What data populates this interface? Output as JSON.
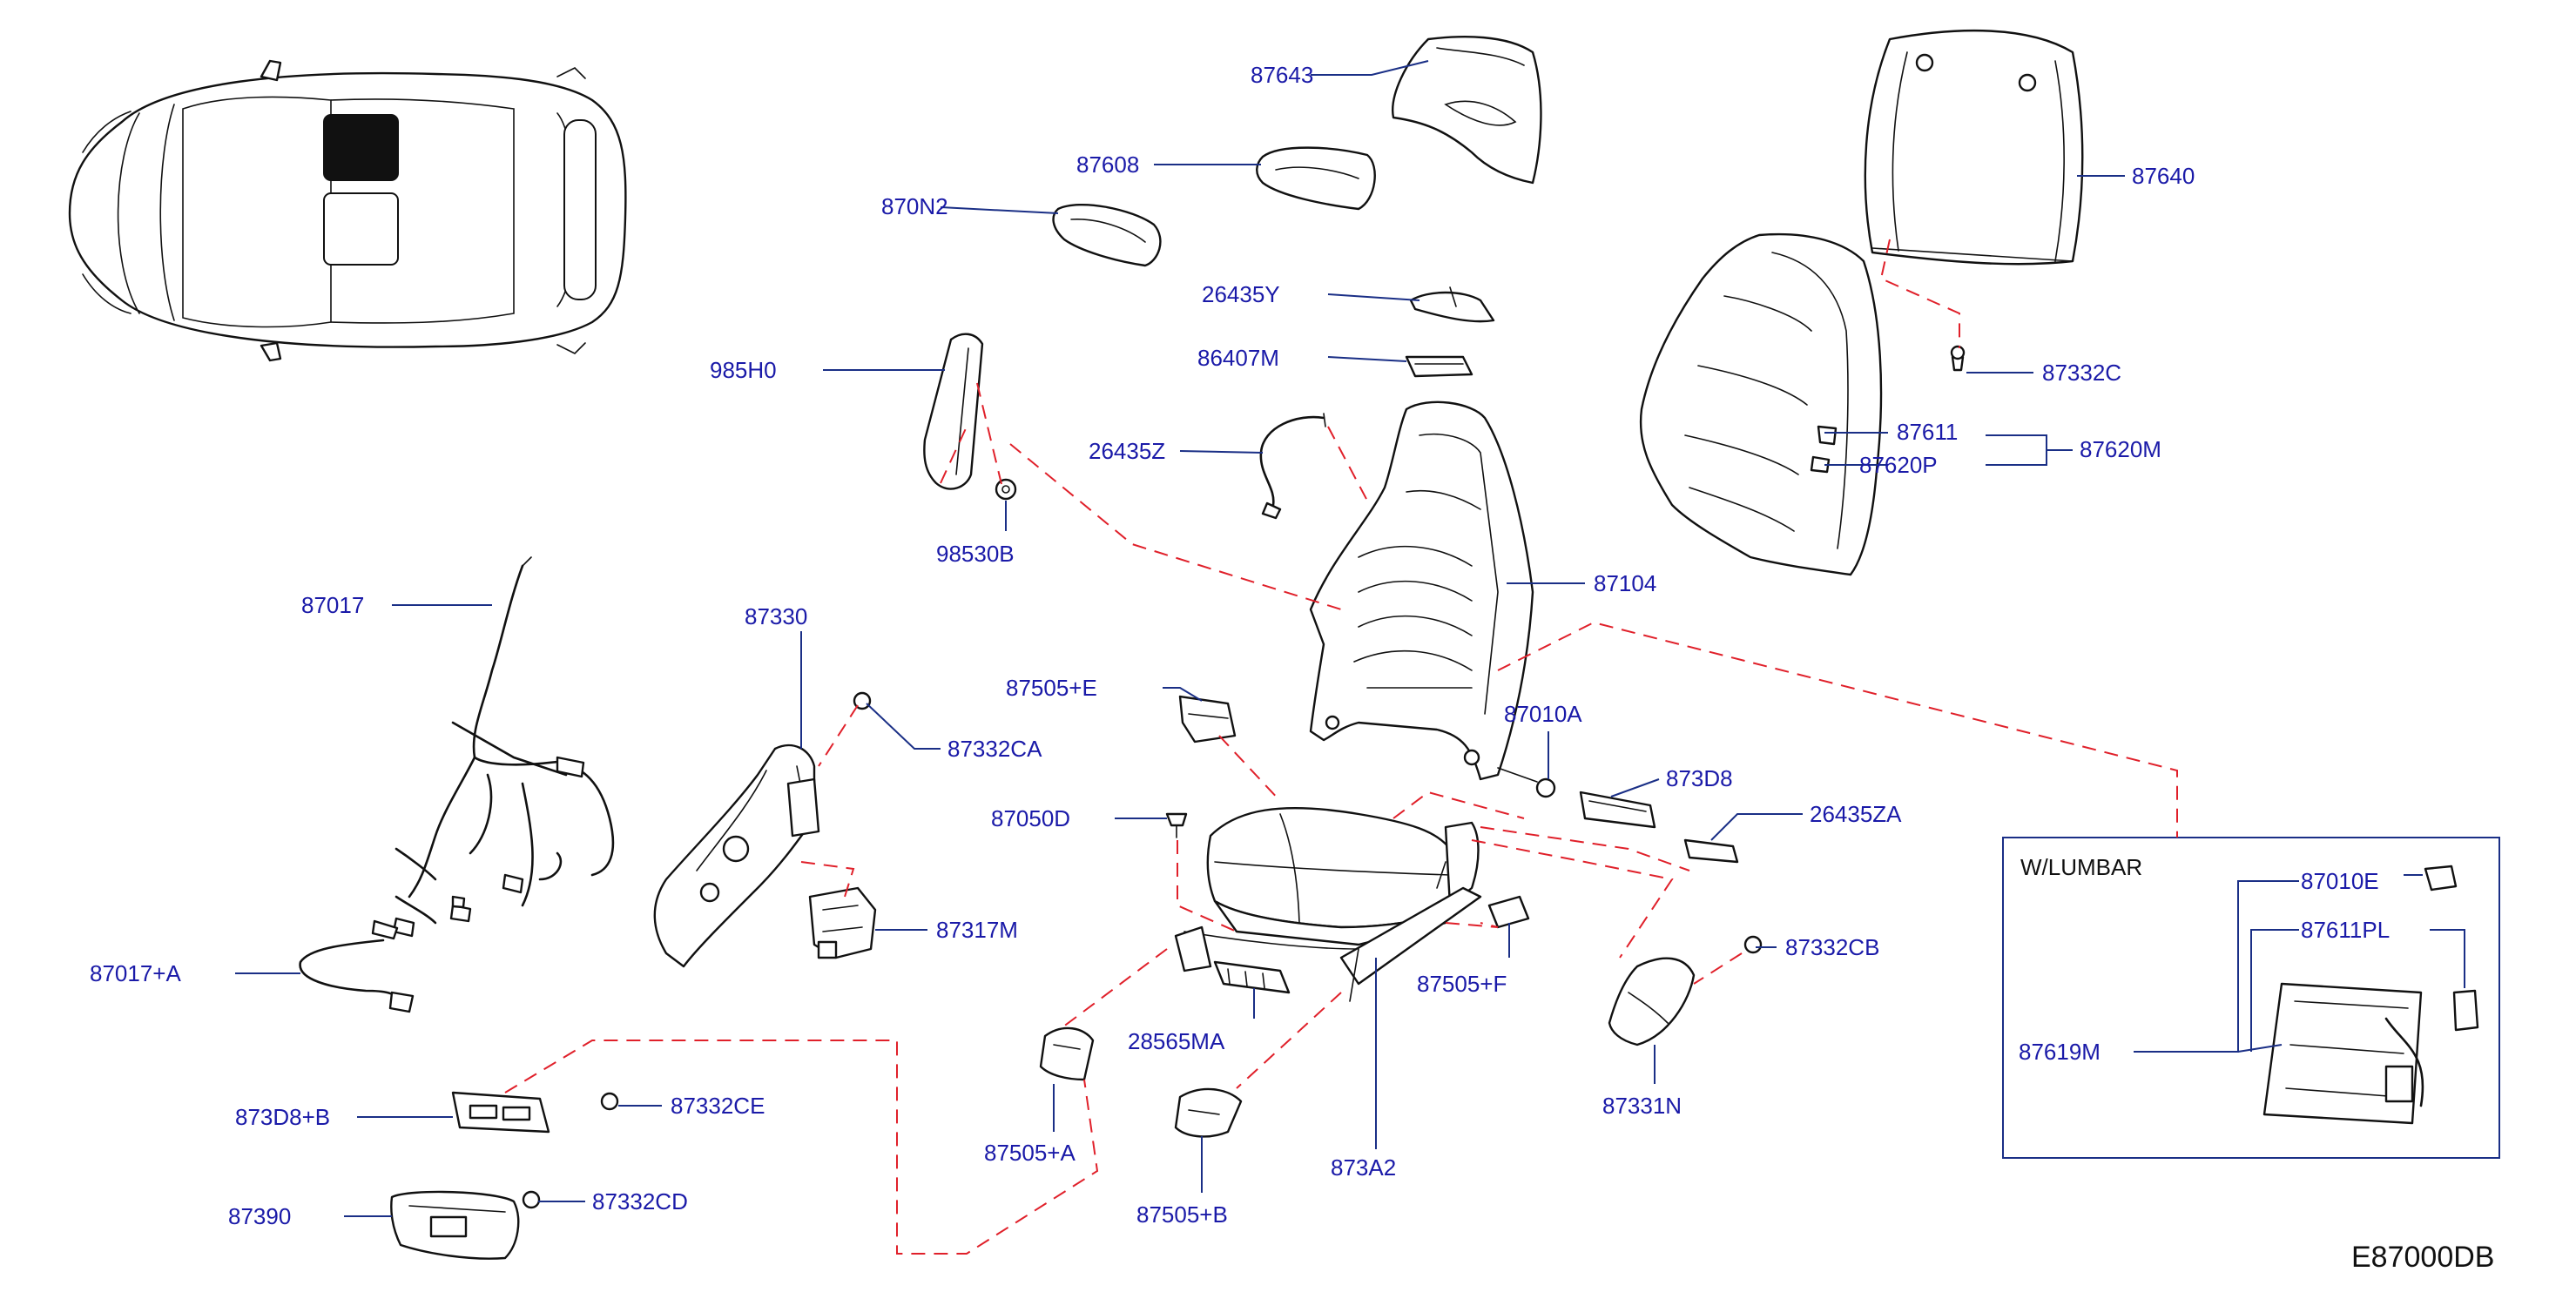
{
  "diagram": {
    "code": "E87000DB",
    "inset_title": "W/LUMBAR",
    "labels": {
      "p87643": "87643",
      "p87608": "87608",
      "p870N2": "870N2",
      "p26435Y": "26435Y",
      "p86407M": "86407M",
      "p985H0": "985H0",
      "p26435Z": "26435Z",
      "p98530B": "98530B",
      "p87640": "87640",
      "p87332C": "87332C",
      "p87611": "87611",
      "p87620P": "87620P",
      "p87620M": "87620M",
      "p87104": "87104",
      "p87017": "87017",
      "p87330": "87330",
      "p87505E": "87505+E",
      "p87332CA": "87332CA",
      "p87010A": "87010A",
      "p873D8": "873D8",
      "p87050D": "87050D",
      "p26435ZA": "26435ZA",
      "p87317M": "87317M",
      "p87017A": "87017+A",
      "p87332CB": "87332CB",
      "p87505F": "87505+F",
      "p28565MA": "28565MA",
      "p873D8B": "873D8+B",
      "p87332CE": "87332CE",
      "p87505A": "87505+A",
      "p87331N": "87331N",
      "p873A2": "873A2",
      "p87390": "87390",
      "p87332CD": "87332CD",
      "p87505B": "87505+B",
      "p87010E": "87010E",
      "p87611PL": "87611PL",
      "p87619M": "87619M"
    }
  }
}
